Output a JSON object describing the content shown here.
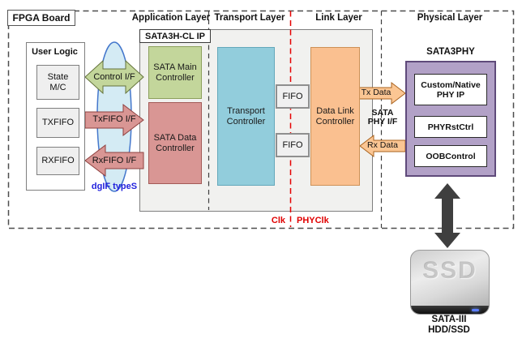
{
  "fpga_board": {
    "label": "FPGA Board"
  },
  "layers": {
    "application": "Application Layer",
    "transport": "Transport Layer",
    "link": "Link Layer",
    "physical": "Physical Layer"
  },
  "user_logic": {
    "title": "User Logic",
    "state_block": "State\nM/C",
    "txfifo_block": "TXFIFO",
    "rxfifo_block": "RXFIFO"
  },
  "interfaces": {
    "control": "Control I/F",
    "txfifo": "TxFIFO I/F",
    "rxfifo": "RxFIFO I/F",
    "dgif": "dgIF typeS",
    "tx_data": "Tx Data",
    "rx_data": "Rx Data",
    "sata_phy": "SATA\nPHY I/F"
  },
  "sata_ip": {
    "title": "SATA3H-CL IP",
    "main_controller": "SATA Main\nController",
    "data_controller": "SATA Data\nController",
    "transport_controller": "Transport\nController",
    "fifo_top": "FIFO",
    "fifo_bottom": "FIFO",
    "data_link_controller": "Data Link\nController"
  },
  "phy": {
    "title": "SATA3PHY",
    "custom_native": "Custom/Native\nPHY IP",
    "phy_rst": "PHYRstCtrl",
    "oob": "OOBControl"
  },
  "clocks": {
    "clk": "Clk",
    "phyclk": "PHYClk"
  },
  "storage": {
    "disk_text": "SSD",
    "label": "SATA-III\nHDD/SSD"
  },
  "colors": {
    "green_block": "#c3d69b",
    "salmon_block": "#d99694",
    "blue_block": "#92cddc",
    "orange_block": "#fac090",
    "purple_block": "#b2a1c7",
    "ellipse_fill": "#d4ebf4",
    "clock_line": "#e60000",
    "clock_text": "#e00000",
    "dgif_text": "#2222dd"
  }
}
